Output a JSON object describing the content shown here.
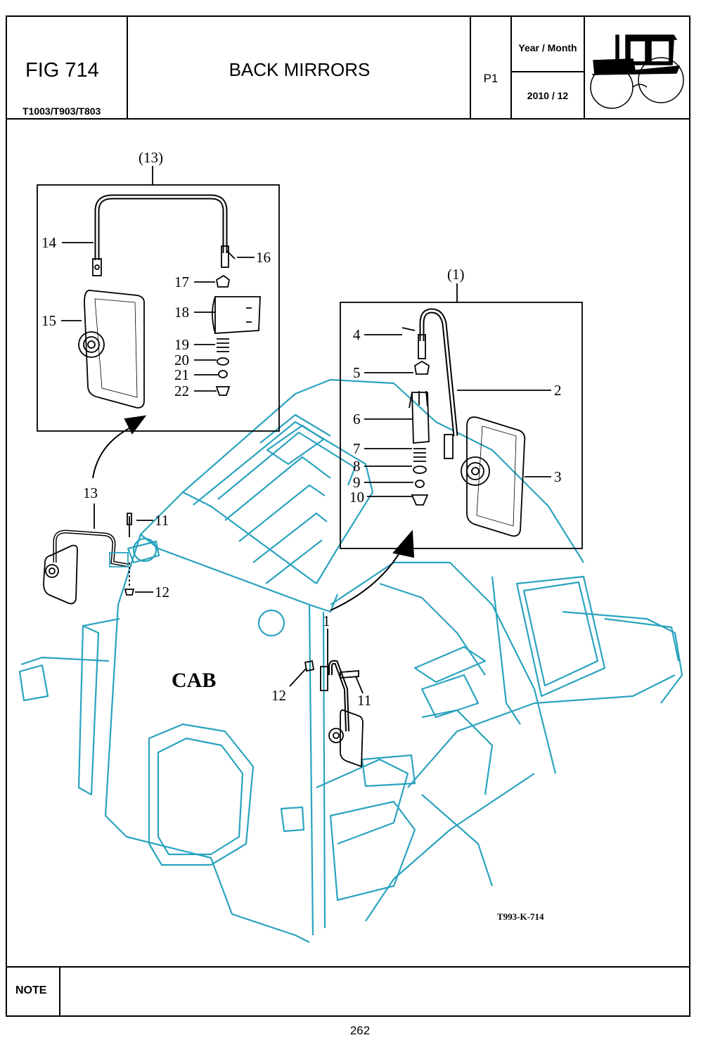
{
  "header": {
    "figure": "FIG 714",
    "models": "T1003/T903/T803",
    "title": "BACK MIRRORS",
    "page_code": "P1",
    "year_month_label": "Year / Month",
    "year_month_value": "2010 / 12",
    "tractor_icon": "tractor-silhouette-icon"
  },
  "diagram": {
    "detail_a_label": "(13)",
    "detail_b_label": "(1)",
    "cab_label": "CAB",
    "drawing_code": "T993-K-714",
    "callouts": {
      "c1": "1",
      "c2": "2",
      "c3": "3",
      "c4": "4",
      "c5": "5",
      "c6": "6",
      "c7": "7",
      "c8": "8",
      "c9": "9",
      "c10": "10",
      "c11a": "11",
      "c11b": "11",
      "c12a": "12",
      "c12b": "12",
      "c13": "13",
      "c14": "14",
      "c15": "15",
      "c16": "16",
      "c17": "17",
      "c18": "18",
      "c19": "19",
      "c20": "20",
      "c21": "21",
      "c22": "22"
    },
    "colors": {
      "cab_line": "#2aa3bf",
      "ink": "#000000"
    }
  },
  "footer": {
    "note_label": "NOTE",
    "page_number": "262"
  }
}
